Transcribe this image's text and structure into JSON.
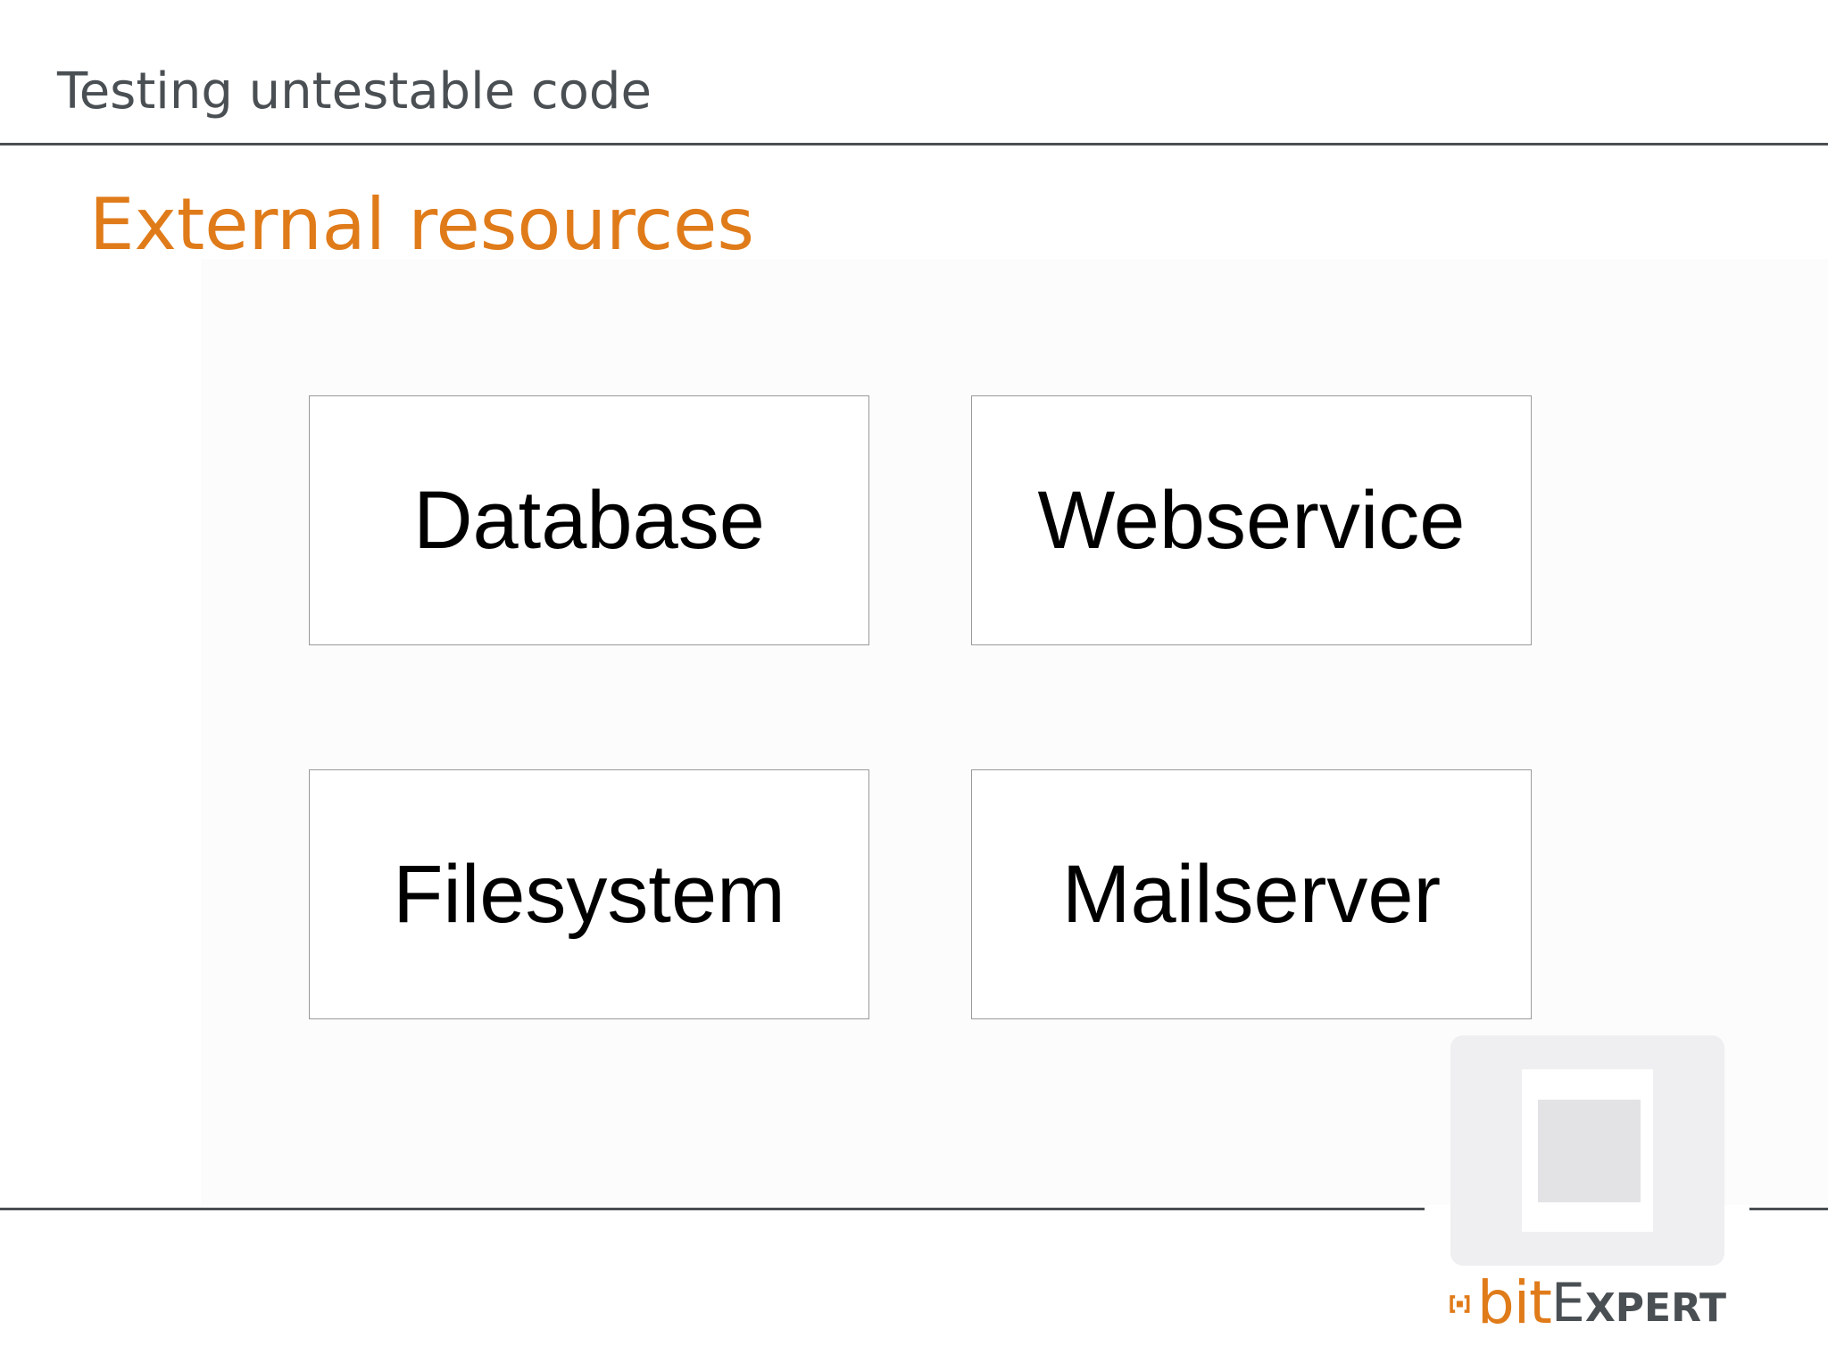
{
  "header": {
    "title": "Testing untestable code"
  },
  "slide": {
    "heading": "External resources"
  },
  "resources": [
    {
      "label": "Database"
    },
    {
      "label": "Webservice"
    },
    {
      "label": "Filesystem"
    },
    {
      "label": "Mailserver"
    }
  ],
  "logo": {
    "brand_first": "bit",
    "brand_second_initial": "E",
    "brand_second_rest": "XPERT"
  },
  "colors": {
    "accent": "#e07b1a",
    "text_dark": "#4a4f53",
    "box_border": "#9a9a9a",
    "logo_gray": "#efeff1"
  }
}
